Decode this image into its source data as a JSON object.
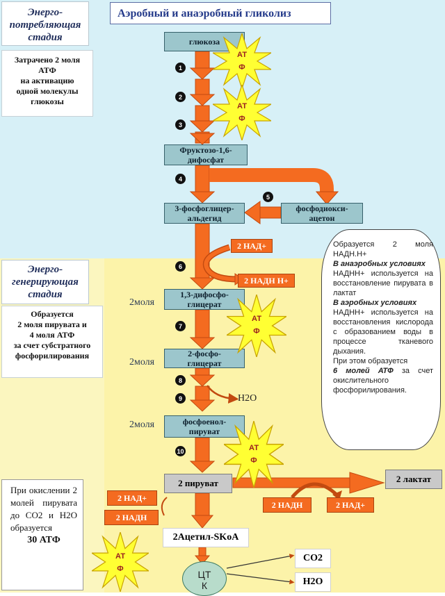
{
  "title": "Аэробный и анаэробный гликолиз",
  "stage1": {
    "title": "Энерго-\nпотребляющая\nстадия",
    "note": "Затрачено 2 моля\nАТФ\nна активацию\nодной молекулы\nглюкозы"
  },
  "stage2": {
    "title": "Энерго-\nгенерирующая\nстадия",
    "note": "Образуется\n2 моля пирувата и\n4 моля АТФ\nза счет субстратного\nфосфорилирования"
  },
  "metabolites": {
    "glucose": "глюкоза",
    "f16bp": "Фруктозо-1,6-\nдифосфат",
    "g3p": "3-фосфоглицер-\nальдегид",
    "dhap": "фосфодиокси-\nацетон",
    "bpg": "1,3-дифосфо-\nглицерат",
    "pg2": "2-фосфо-\nглицерат",
    "pep": "фосфоенол-\nпируват",
    "pyruvate": "2 пируват",
    "lactate": "2 лактат",
    "acetyl": "2Ацетил-SKoA",
    "tca": "ЦТ\nК"
  },
  "cofactors": {
    "nad_top": "2 НАД+",
    "nadh_top": "2 НАДН Н+",
    "nadh_lac": "2 НАДН",
    "nad_lac": "2 НАД+",
    "nad_left": "2 НАД+",
    "nadh_left": "2 НАДН"
  },
  "moles": [
    "2моля",
    "2моля",
    "2моля"
  ],
  "atf_label": "АТ\nФ",
  "h2o_small": "H2O",
  "co2": "CO2",
  "h2o": "H2O",
  "steps": [
    "1",
    "2",
    "3",
    "4",
    "5",
    "6",
    "7",
    "8",
    "9",
    "10"
  ],
  "bubble": {
    "line1": "Образуется 2 моля НАДН.Н+",
    "head1": "В анаэробных условиях",
    "line2": "НАДНН+ используется на восстановление пирувата в лактат",
    "head2": "В аэробных условиях",
    "line3": "НАДНН+ используется на восстановления кислорода с образованием воды в процессе тканевого дыхания.",
    "line4": "При этом образуется",
    "head3": "6 молей АТФ",
    "line5": "за счет окислительного фосфорилирования."
  },
  "bottom_note": {
    "text": "При окислении 2 молей пирувата до CO2 и H2O образуется",
    "value": "30 АТФ"
  },
  "colors": {
    "arrow": "#f46b20",
    "arrow_dark": "#c24a10",
    "star": "#ffff33",
    "star_stroke": "#c9a400",
    "met": "#9cc6cc"
  }
}
